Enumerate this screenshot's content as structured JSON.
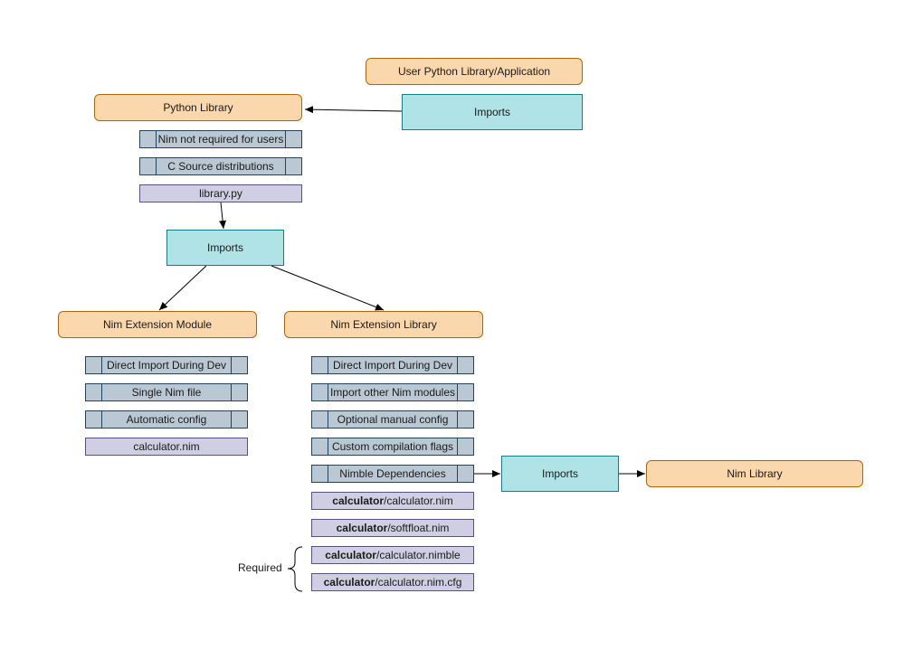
{
  "nodes": {
    "user_app": "User Python Library/Application",
    "imports_top": "Imports",
    "python_library": "Python Library",
    "nim_not_required": "Nim not required for users",
    "c_source": "C Source distributions",
    "library_py": "library.py",
    "imports_mid": "Imports",
    "nim_ext_module": "Nim Extension Module",
    "nim_ext_library": "Nim Extension Library",
    "mod_direct_import": "Direct Import During Dev",
    "mod_single_file": "Single Nim file",
    "mod_auto_config": "Automatic config",
    "mod_file": "calculator.nim",
    "lib_direct_import": "Direct Import During Dev",
    "lib_import_other": "Import other Nim modules",
    "lib_optional_config": "Optional manual config",
    "lib_custom_flags": "Custom compilation flags",
    "lib_nimble_deps": "Nimble Dependencies",
    "imports_right": "Imports",
    "nim_library": "Nim Library",
    "file1_bold": "calculator",
    "file1_rest": "/calculator.nim",
    "file2_bold": "calculator",
    "file2_rest": "/softfloat.nim",
    "file3_bold": "calculator",
    "file3_rest": "/calculator.nimble",
    "file4_bold": "calculator",
    "file4_rest": "/calculator.nim.cfg",
    "required_label": "Required"
  },
  "colors": {
    "orange_fill": "#fad7ac",
    "orange_stroke": "#b46504",
    "teal_fill": "#b0e3e6",
    "teal_stroke": "#0e8088",
    "process_fill": "#bac8d3",
    "process_stroke": "#23445d",
    "file_fill": "#d0cee2",
    "file_stroke": "#56517e"
  }
}
